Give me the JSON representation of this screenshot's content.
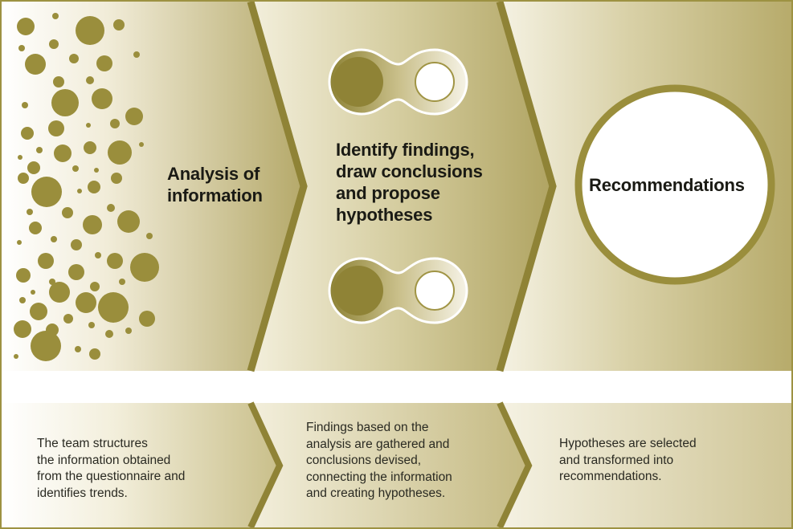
{
  "stages": [
    {
      "title": "Analysis of\ninformation",
      "description": "The team structures\nthe information obtained\nfrom the questionnaire and\nidentifies trends."
    },
    {
      "title": "Identify findings,\ndraw conclusions\nand propose\nhypotheses",
      "description": "Findings based on the\nanalysis are gathered and\nconclusions devised,\nconnecting the information\nand creating hypotheses."
    },
    {
      "title": "Recommendations",
      "description": "Hypotheses are selected\nand transformed into\nrecommendations."
    }
  ],
  "colors": {
    "olive_dark": "#8f8336",
    "olive_mid": "#b9ad6e",
    "olive_light": "#e9e4c8",
    "dot": "#9a8e3c",
    "border": "#9d9242"
  }
}
